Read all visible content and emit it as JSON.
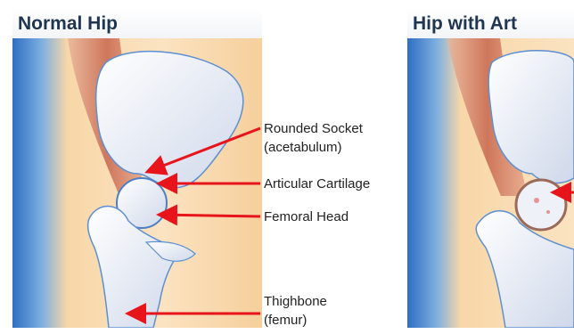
{
  "panels": {
    "normal": {
      "title": "Normal Hip"
    },
    "arthritis": {
      "title": "Hip with Art"
    }
  },
  "labels": {
    "socket_line1": "Rounded Socket",
    "socket_line2": "(acetabulum)",
    "cartilage": "Articular Cartilage",
    "femoral_head": "Femoral Head",
    "thighbone_line1": "Thighbone",
    "thighbone_line2": "(femur)"
  },
  "colors": {
    "arrow": "#e8141b",
    "bone": "#e6ebf6",
    "muscle": "#c96a52",
    "skin": "#f6c99a",
    "edge": "#2a63b8",
    "title_text": "#1f3550"
  }
}
